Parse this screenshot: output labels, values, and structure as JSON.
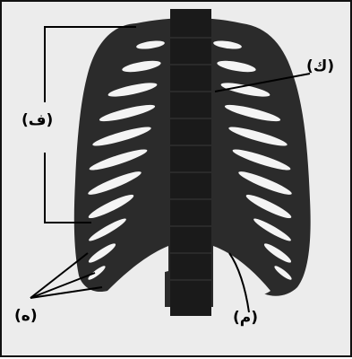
{
  "diagram": {
    "labels": {
      "top_right": "(ك)",
      "left": "(ف)",
      "bottom_left": "(ه)",
      "bottom_center": "(م)"
    },
    "colors": {
      "background": "#ececec",
      "bone": "#2b2b2b",
      "gap": "#ffffff",
      "line": "#000000"
    }
  }
}
